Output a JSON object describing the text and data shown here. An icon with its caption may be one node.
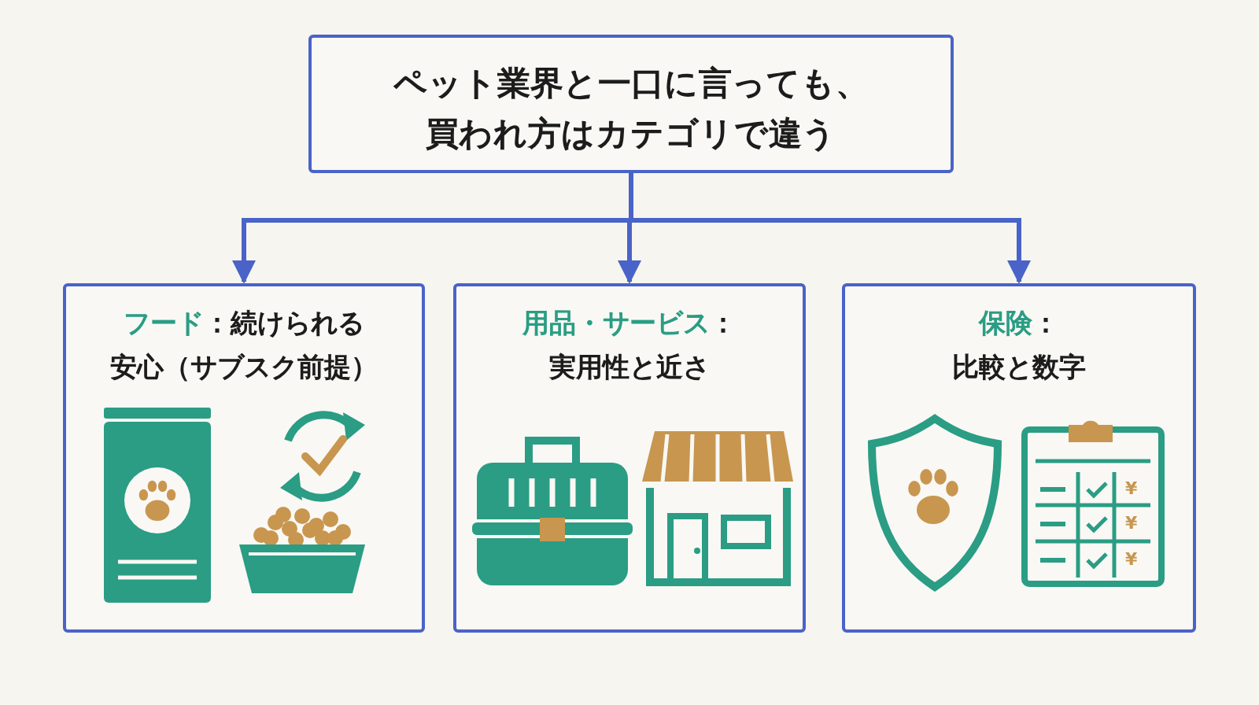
{
  "diagram": {
    "nodes": [
      {
        "text": [
          "ペット業界と一口に言っても、買われ方はカテゴリで違う"
        ]
      },
      {
        "text": [
          "**フード**：続けられる",
          "安心（サブスク前提）"
        ]
      },
      {
        "text": [
          "**用品・サービス**：",
          "実用性と近さ"
        ]
      },
      {
        "text": [
          "**保険**：",
          "比較と数字"
        ]
      }
    ],
    "edges": [
      {
        "from": 0,
        "to": 1,
        "arrow": "to"
      },
      {
        "from": 0,
        "to": 2,
        "arrow": "to"
      },
      {
        "from": 0,
        "to": 3,
        "arrow": "to"
      }
    ],
    "labels": [
      "¥",
      "¥",
      "¥"
    ]
  }
}
